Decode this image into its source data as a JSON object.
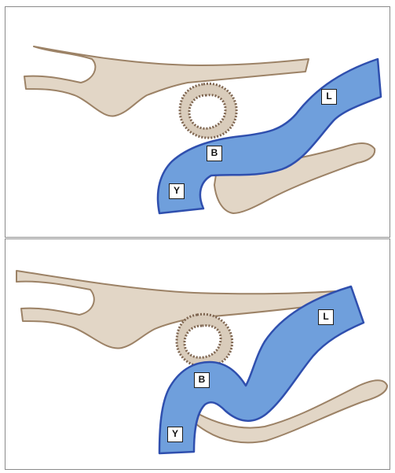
{
  "colors": {
    "bone_fill": "#e2d6c6",
    "bone_edge": "#9c8266",
    "ring_fill": "#d9ccbb",
    "ring_edge": "#7e6550",
    "vessel_fill": "#6f9fdc",
    "vessel_edge": "#2f4fae",
    "panel_border": "#8a8a8a",
    "label_border": "#1d1d1d"
  },
  "panels": [
    {
      "labels": {
        "l": "L",
        "b": "B",
        "y": "Y"
      }
    },
    {
      "labels": {
        "l": "L",
        "b": "B",
        "y": "Y"
      }
    }
  ]
}
